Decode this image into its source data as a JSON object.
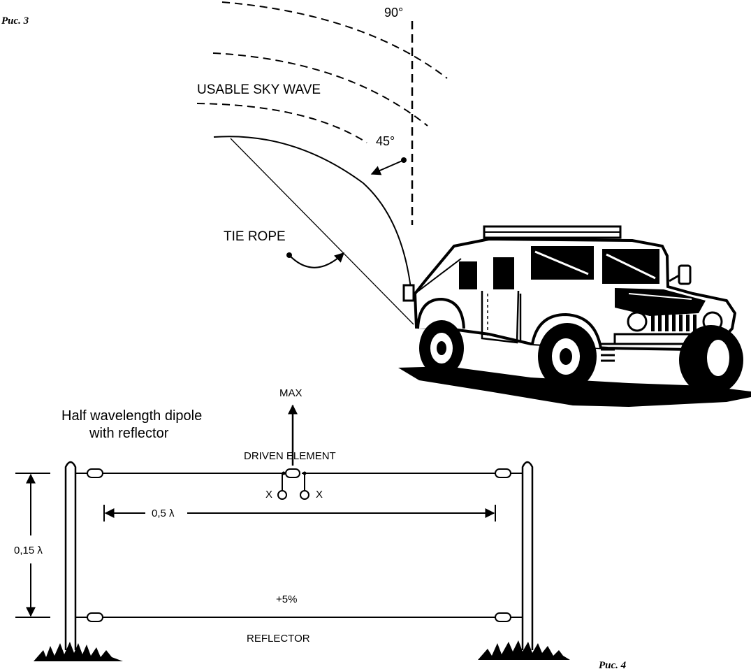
{
  "figure3": {
    "caption": "Рис. 3",
    "angle_90": "90°",
    "angle_45": "45°",
    "sky_wave_label": "USABLE SKY WAVE",
    "tie_rope_label": "TIE ROPE"
  },
  "figure4": {
    "caption": "Рис. 4",
    "title_line1": "Half wavelength dipole",
    "title_line2": "with reflector",
    "max_label": "MAX",
    "driven_element_label": "DRIVEN ELEMENT",
    "feed_left": "X",
    "feed_right": "X",
    "length_label": "0,5 λ",
    "spacing_label": "0,15 λ",
    "reflector_extra_label": "+5%",
    "reflector_label": "REFLECTOR"
  }
}
